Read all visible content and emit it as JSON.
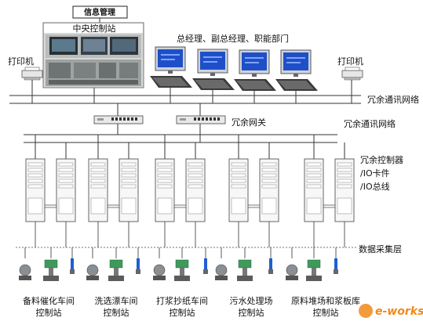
{
  "top": {
    "info_box": "信息管理",
    "central_station": "中央控制站",
    "management": "总经理、副总经理、职能部门",
    "printer_left": "打印机",
    "printer_right": "打印机"
  },
  "networks": {
    "redundant_net_1": "冗余通讯网络",
    "redundant_gateway": "冗余网关",
    "redundant_net_2": "冗余通讯网络",
    "controller_line1": "冗余控制器",
    "controller_line2": "/IO卡件",
    "controller_line3": "/IO总线",
    "data_layer": "数据采集层"
  },
  "stations": [
    {
      "line1": "备料催化车间",
      "line2": "控制站"
    },
    {
      "line1": "洗选漂车间",
      "line2": "控制站"
    },
    {
      "line1": "打浆抄纸车间",
      "line2": "控制站"
    },
    {
      "line1": "污水处理场",
      "line2": "控制站"
    },
    {
      "line1": "原料堆场和浆板库",
      "line2": "控制站"
    }
  ],
  "watermark": {
    "brand": "e-works"
  },
  "colors": {
    "line": "#333333",
    "monitor_screen": "#1f4fc8",
    "cabinet_fill": "#f7f7f7",
    "sensor_green": "#3e9a5a",
    "sensor_blue": "#1f5fd0",
    "watermark_orange": "#f08a1a"
  }
}
